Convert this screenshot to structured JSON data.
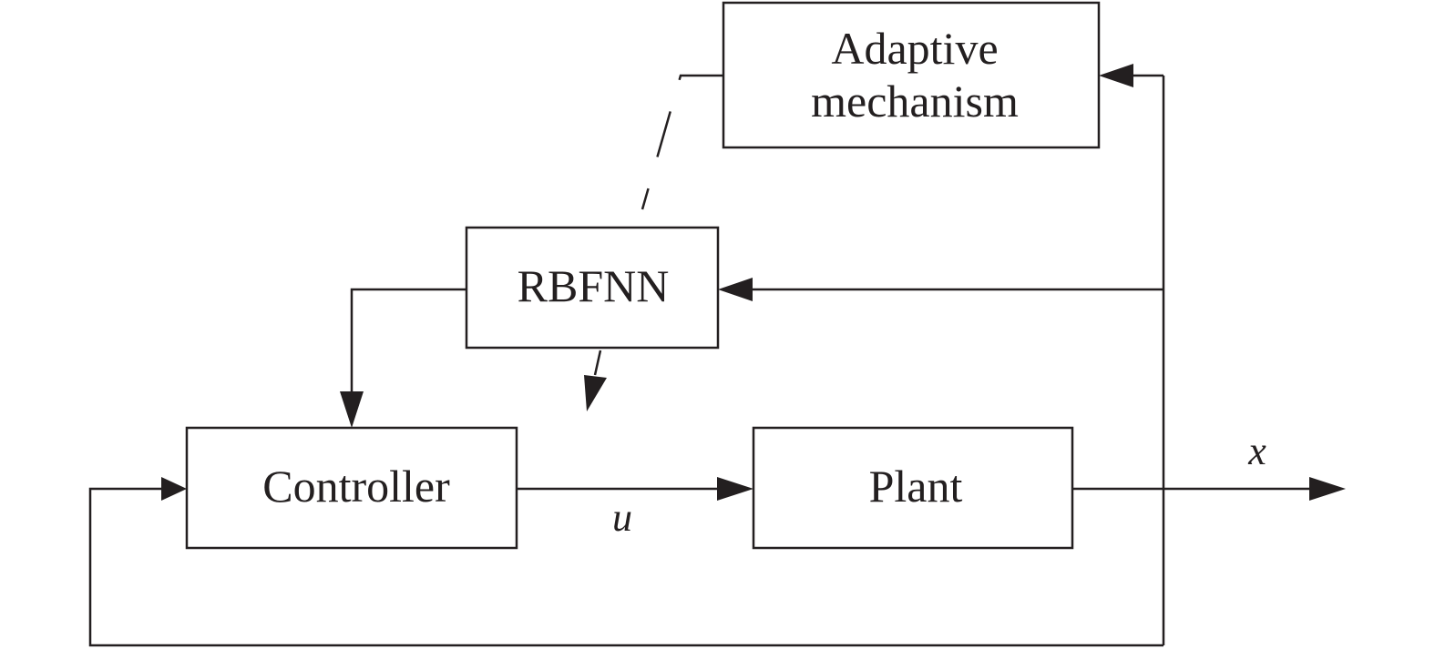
{
  "blocks": {
    "adaptive_line1": "Adaptive",
    "adaptive_line2": "mechanism",
    "rbfnn": "RBFNN",
    "controller": "Controller",
    "plant": "Plant"
  },
  "signals": {
    "control": "u",
    "output": "x"
  }
}
